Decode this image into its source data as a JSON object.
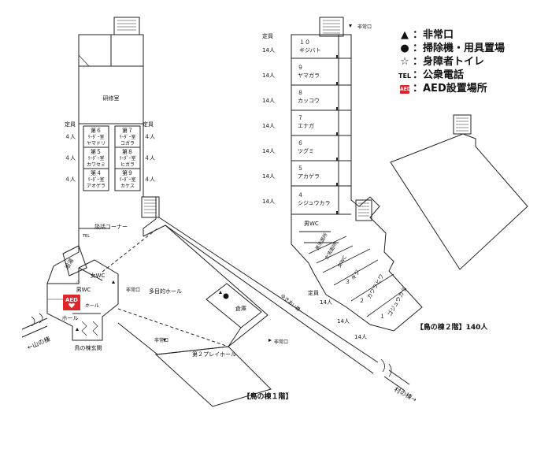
{
  "legend": {
    "exit": {
      "symbol": "▲",
      "label": "：非常口"
    },
    "cleaning": {
      "symbol": "●",
      "label": "：掃除機・用具置場"
    },
    "accessible_toilet": {
      "symbol": "☆",
      "label": "：身障者トイレ"
    },
    "phone": {
      "symbol": "TEL",
      "label": "：公衆電話"
    },
    "aed": {
      "symbol": "AED",
      "label": "：AED設置場所"
    }
  },
  "floor1": {
    "title": "【鳥の棟１階】",
    "training_room": "研修室",
    "capacity_label": "定員",
    "rooms": [
      {
        "num": "第６",
        "type": "ﾘｰﾀﾞｰ室",
        "name": "ヤマドリ",
        "cap": "４人"
      },
      {
        "num": "第５",
        "type": "ﾘｰﾀﾞｰ室",
        "name": "カワセミ",
        "cap": "４人"
      },
      {
        "num": "第４",
        "type": "ﾘｰﾀﾞｰ室",
        "name": "アオゲラ",
        "cap": "４人"
      },
      {
        "num": "第７",
        "type": "ﾘｰﾀﾞｰ室",
        "name": "コガラ",
        "cap": "４人"
      },
      {
        "num": "第８",
        "type": "ﾘｰﾀﾞｰ室",
        "name": "ヒガラ",
        "cap": "４人"
      },
      {
        "num": "第９",
        "type": "ﾘｰﾀﾞｰ室",
        "name": "カケス",
        "cap": "４人"
      }
    ],
    "lounge": "談話コーナー",
    "tel": "TEL",
    "bath": "浴湯",
    "womens_wc": "女WC",
    "mens_wc": "男WC",
    "hall": "ホール",
    "hall2": "ホール",
    "entrance": "鳥の棟玄関",
    "multipurpose": "多目的ホール",
    "storage": "倉庫",
    "play_hall": "第２プレイホール",
    "emergency_exit": "非常口",
    "aed": "AED",
    "mountain": "←山の棟",
    "village": "村の棟→",
    "corridor": "ゆきあい橋"
  },
  "floor2": {
    "title": "【鳥の棟２階】140人",
    "capacity_label": "定員",
    "emergency_exit": "非常口",
    "rooms": [
      {
        "num": "１０",
        "name": "キジバト",
        "cap": "14人"
      },
      {
        "num": "９",
        "name": "ヤマガラ",
        "cap": "14人"
      },
      {
        "num": "８",
        "name": "カッコウ",
        "cap": "14人"
      },
      {
        "num": "７",
        "name": "エナガ",
        "cap": "14人"
      },
      {
        "num": "６",
        "name": "ツグミ",
        "cap": "14人"
      },
      {
        "num": "５",
        "name": "アカゲラ",
        "cap": "14人"
      },
      {
        "num": "４",
        "name": "シジュウカラ",
        "cap": "14人"
      }
    ],
    "mens_wc": "男WC",
    "mens_wash": "男洗面所",
    "womens_wash": "女洗面所",
    "womens_wc": "女WC",
    "diag_rooms": [
      {
        "num": "３",
        "name": "キジ",
        "cap": "14人"
      },
      {
        "num": "２",
        "name": "カワラヒワ",
        "cap": "14人"
      },
      {
        "num": "１",
        "name": "ゴジュウカラ",
        "cap": "14人"
      }
    ]
  }
}
